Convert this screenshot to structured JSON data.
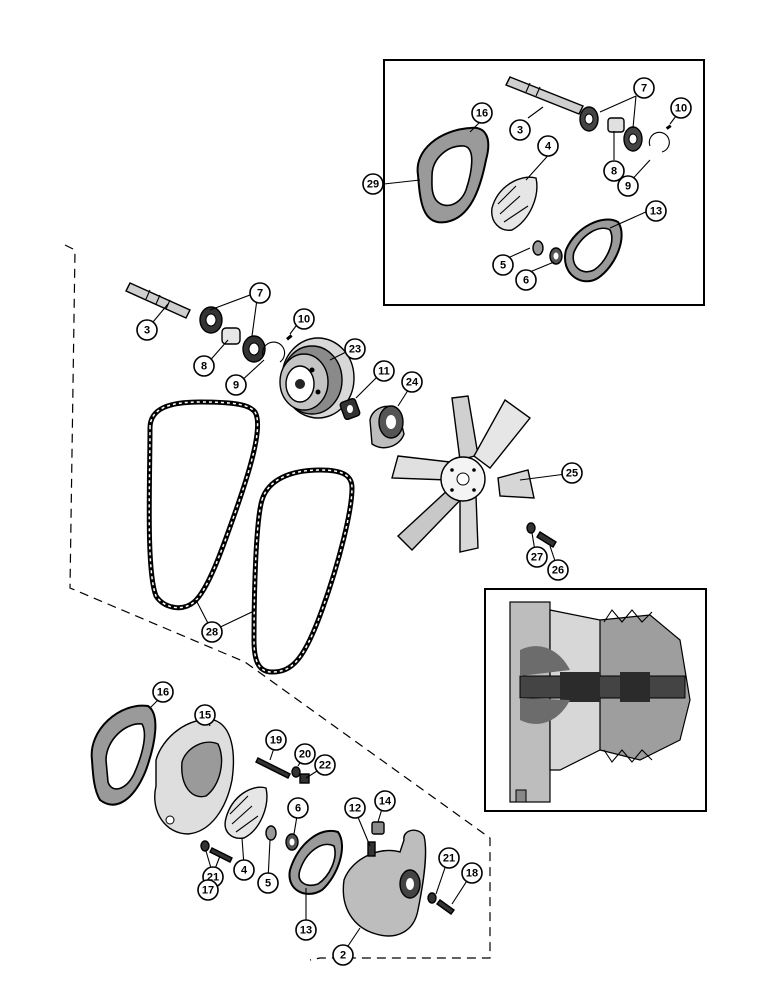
{
  "callouts": {
    "inset_top": [
      {
        "id": "c-3-inset",
        "label": "3"
      },
      {
        "id": "c-7-inset",
        "label": "7"
      },
      {
        "id": "c-10-inset",
        "label": "10"
      },
      {
        "id": "c-16-inset",
        "label": "16"
      },
      {
        "id": "c-4-inset",
        "label": "4"
      },
      {
        "id": "c-8-inset",
        "label": "8"
      },
      {
        "id": "c-9-inset",
        "label": "9"
      },
      {
        "id": "c-29",
        "label": "29"
      },
      {
        "id": "c-13-inset",
        "label": "13"
      },
      {
        "id": "c-5-inset",
        "label": "5"
      },
      {
        "id": "c-6-inset",
        "label": "6"
      }
    ],
    "main": [
      {
        "id": "c-7",
        "label": "7"
      },
      {
        "id": "c-10",
        "label": "10"
      },
      {
        "id": "c-3",
        "label": "3"
      },
      {
        "id": "c-23",
        "label": "23"
      },
      {
        "id": "c-11",
        "label": "11"
      },
      {
        "id": "c-8",
        "label": "8"
      },
      {
        "id": "c-9",
        "label": "9"
      },
      {
        "id": "c-24",
        "label": "24"
      },
      {
        "id": "c-25",
        "label": "25"
      },
      {
        "id": "c-27",
        "label": "27"
      },
      {
        "id": "c-26",
        "label": "26"
      },
      {
        "id": "c-28",
        "label": "28"
      },
      {
        "id": "c-16",
        "label": "16"
      },
      {
        "id": "c-15",
        "label": "15"
      },
      {
        "id": "c-19",
        "label": "19"
      },
      {
        "id": "c-20",
        "label": "20"
      },
      {
        "id": "c-22",
        "label": "22"
      },
      {
        "id": "c-14",
        "label": "14"
      },
      {
        "id": "c-12",
        "label": "12"
      },
      {
        "id": "c-6",
        "label": "6"
      },
      {
        "id": "c-21a",
        "label": "21"
      },
      {
        "id": "c-17",
        "label": "17"
      },
      {
        "id": "c-4",
        "label": "4"
      },
      {
        "id": "c-5",
        "label": "5"
      },
      {
        "id": "c-21b",
        "label": "21"
      },
      {
        "id": "c-18",
        "label": "18"
      },
      {
        "id": "c-13",
        "label": "13"
      },
      {
        "id": "c-2",
        "label": "2"
      }
    ]
  }
}
